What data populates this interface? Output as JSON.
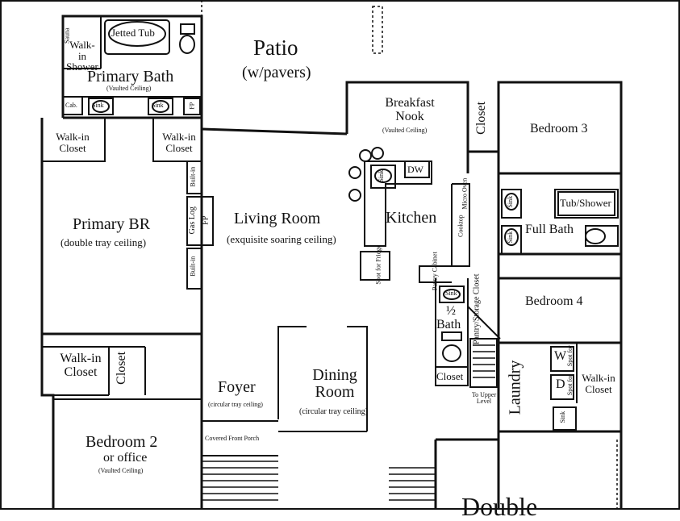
{
  "rooms": {
    "jetted_tub": "Jetted Tub",
    "walk_in_shower": "Walk-in Shower",
    "sauna": "Sauna",
    "primary_bath": "Primary Bath",
    "primary_bath_note": "(Vaulted Ceiling)",
    "cab": "Cab.",
    "sink": "Sink",
    "fp": "FP",
    "patio": "Patio",
    "patio_note": "(w/pavers)",
    "breakfast_nook": "Breakfast Nook",
    "breakfast_nook_note": "(Vaulted Ceiling)",
    "closet": "Closet",
    "bedroom3": "Bedroom 3",
    "walk_in_closet": "Walk-in Closet",
    "built_in": "Built-in",
    "gas_log": "Gas Log",
    "dw": "DW",
    "primary_br": "Primary BR",
    "primary_br_note": "(double tray ceiling)",
    "living_room": "Living Room",
    "living_room_note": "(exquisite soaring ceiling)",
    "kitchen": "Kitchen",
    "micro_oven": "Micro Oven",
    "cooktop": "Cooktop",
    "tub_shower": "Tub/Shower",
    "full_bath": "Full Bath",
    "spot_fridge": "Spot for Fridge",
    "pantry_cabinet": "Pantry Cabinet",
    "half": "½",
    "bath": "Bath",
    "pantry_storage": "Pantry/Storage Closet",
    "bedroom4": "Bedroom 4",
    "laundry": "Laundry",
    "w": "W",
    "d": "D",
    "spot_for": "Spot for",
    "to_upper": "To Upper Level",
    "foyer": "Foyer",
    "foyer_note": "(circular tray ceiling)",
    "dining_room": "Dining Room",
    "dining_note": "(circular tray ceiling)",
    "covered_porch": "Covered Front Porch",
    "bedroom2": "Bedroom 2",
    "or_office": "or office",
    "bedroom2_note": "(Vaulted Ceiling)",
    "double": "Double"
  }
}
